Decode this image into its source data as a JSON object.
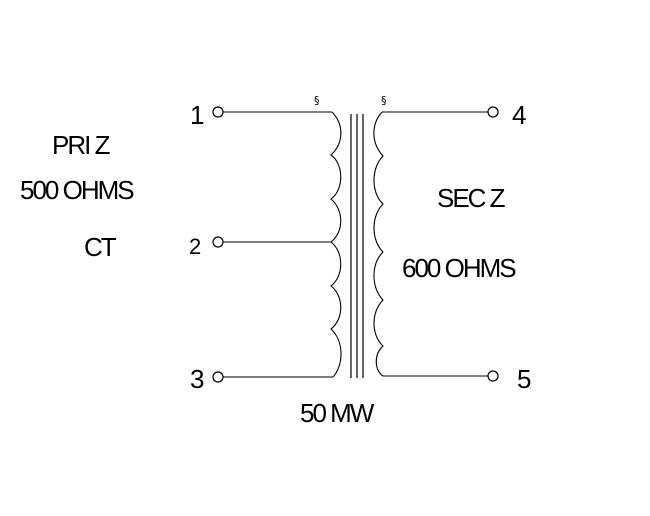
{
  "primary": {
    "label_line1": "PRI Z",
    "label_line2": "500 OHMS",
    "label_line3": "CT",
    "pins": [
      "1",
      "2",
      "3"
    ]
  },
  "secondary": {
    "label_line1": "SEC Z",
    "label_line2": "600 OHMS",
    "pins": [
      "4",
      "5"
    ]
  },
  "power_rating": "50 MW",
  "phase_marker": "§"
}
